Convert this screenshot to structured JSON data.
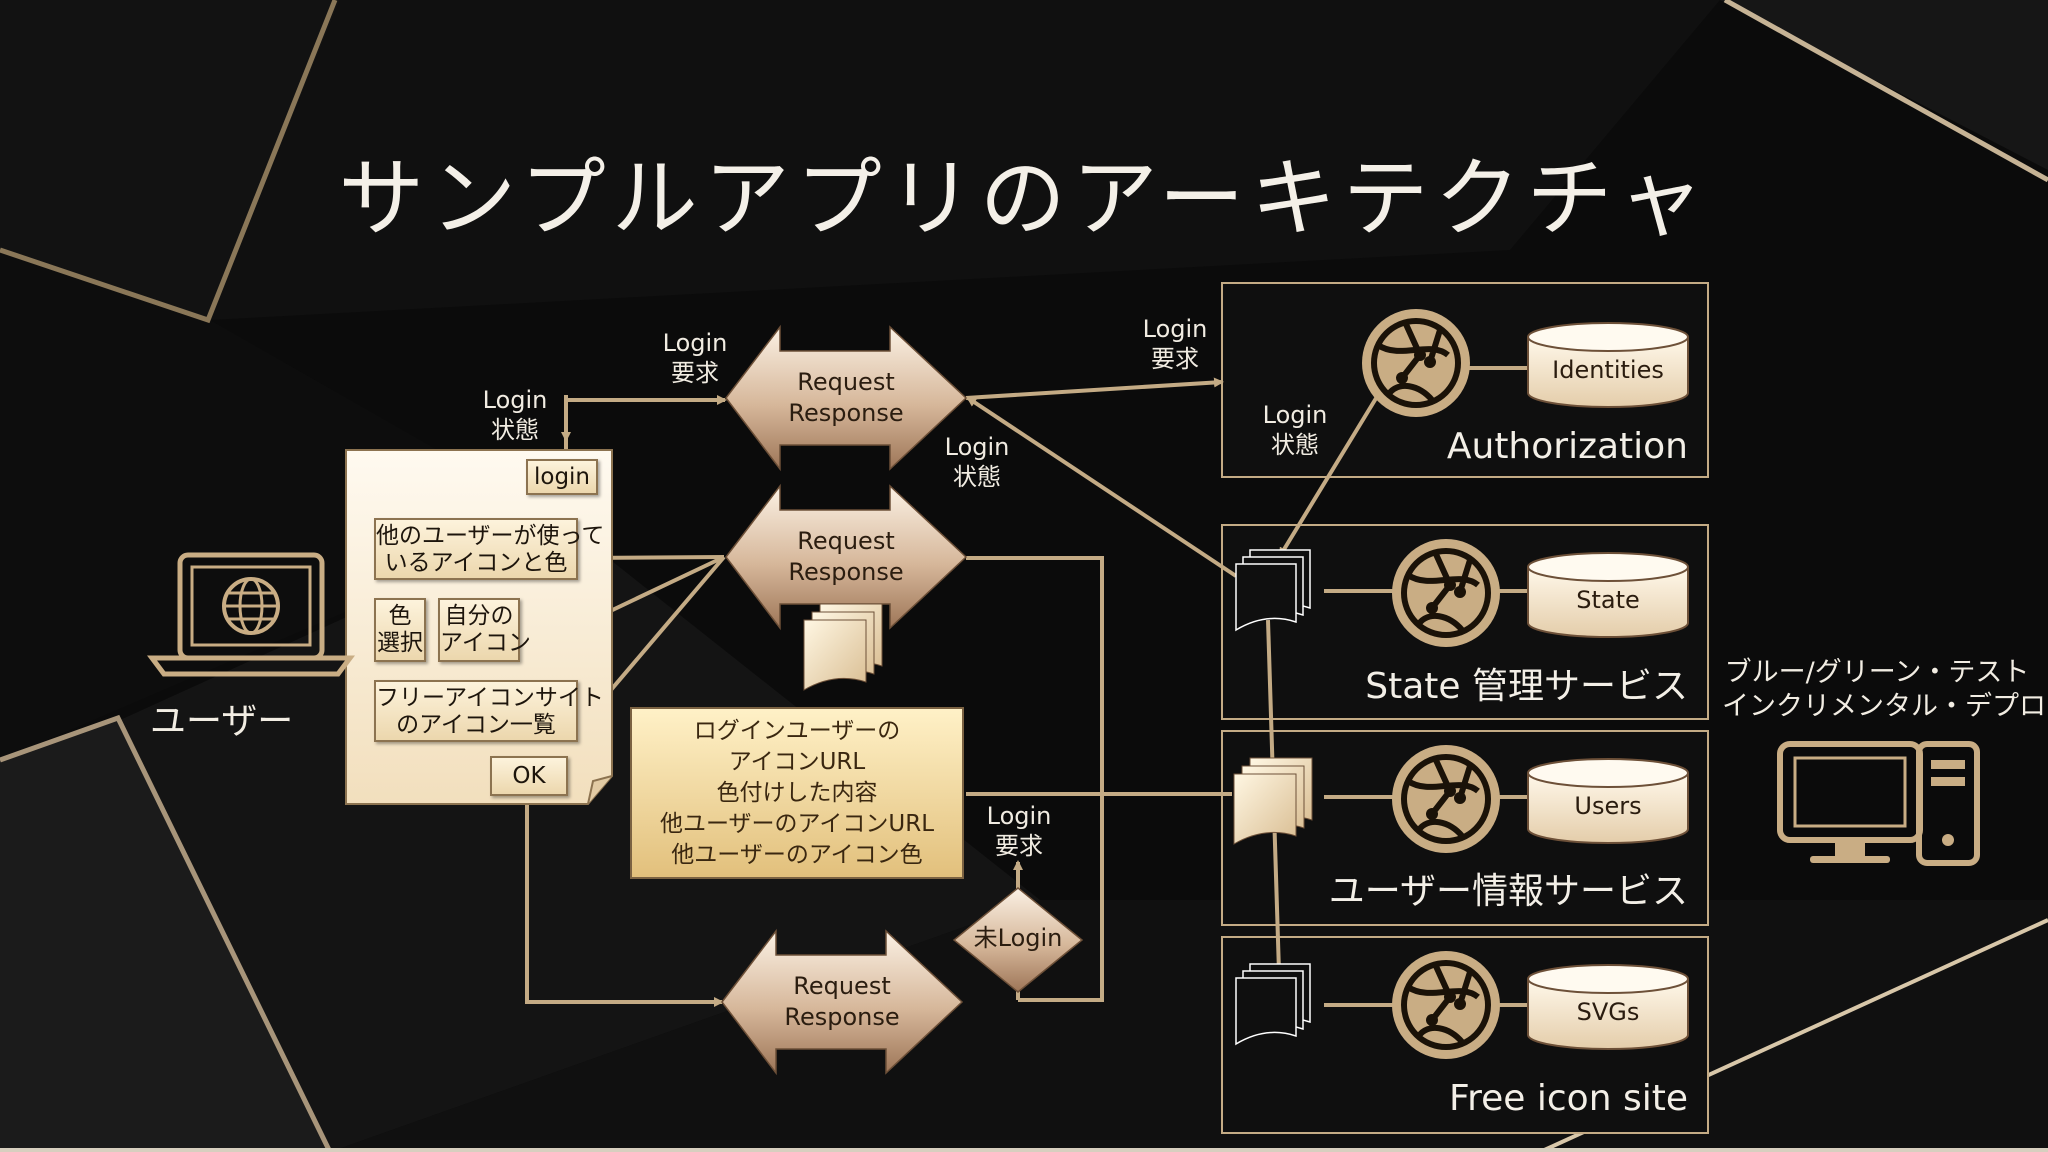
{
  "title": "サンプルアプリのアーキテクチャ",
  "user_label": "ユーザー",
  "deploy": {
    "line1": "ブルー/グリーン・テスト",
    "line2": "インクリメンタル・デプロイ"
  },
  "client_panel": {
    "login_button": "login",
    "others_icons": {
      "line1": "他のユーザーが使って",
      "line2": "いるアイコンと色"
    },
    "color_select": {
      "line1": "色",
      "line2": "選択"
    },
    "my_icon": {
      "line1": "自分の",
      "line2": "アイコン"
    },
    "free_icons": {
      "line1": "フリーアイコンサイト",
      "line2": "のアイコン一覧"
    },
    "ok_button": "OK"
  },
  "request_response": {
    "line1": "Request",
    "line2": "Response"
  },
  "note": {
    "lines": [
      "ログインユーザーの",
      "アイコンURL",
      "色付けした内容",
      "他ユーザーのアイコンURL",
      "他ユーザーのアイコン色"
    ]
  },
  "flow_labels": {
    "login_state_left": {
      "line1": "Login",
      "line2": "状態"
    },
    "login_request_top": {
      "line1": "Login",
      "line2": "要求"
    },
    "login_request_auth": {
      "line1": "Login",
      "line2": "要求"
    },
    "login_state_mid": {
      "line1": "Login",
      "line2": "状態"
    },
    "login_state_auth": {
      "line1": "Login",
      "line2": "状態"
    },
    "login_request_bottom": {
      "line1": "Login",
      "line2": "要求"
    },
    "not_login": "未Login"
  },
  "services": [
    {
      "db": "Identities",
      "label": "Authorization"
    },
    {
      "db": "State",
      "label": "State 管理サービス"
    },
    {
      "db": "Users",
      "label": "ユーザー情報サービス"
    },
    {
      "db": "SVGs",
      "label": "Free icon site"
    }
  ],
  "colors": {
    "accent_gold": "#c9ad84",
    "dark_bg": "#0b0b0b",
    "diagram_line": "#c4ab85"
  }
}
